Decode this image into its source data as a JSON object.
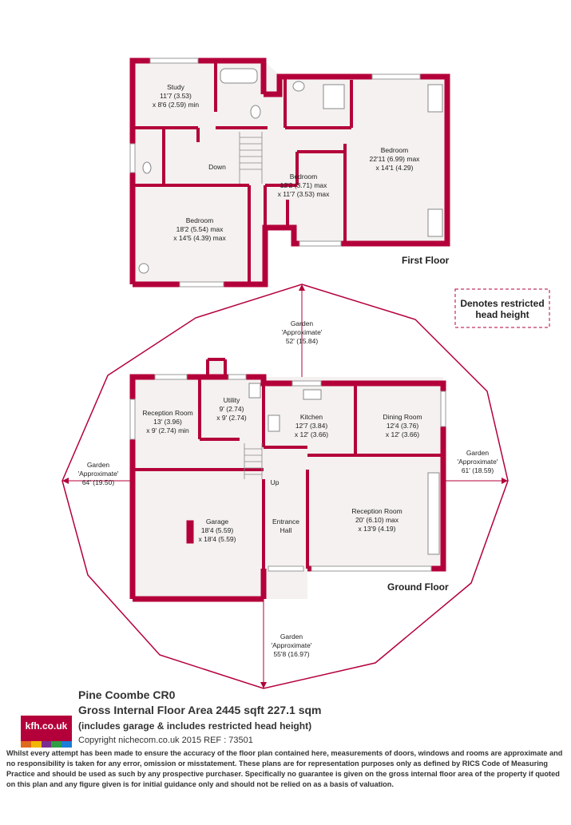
{
  "floors": {
    "first": {
      "label": "First Floor",
      "rooms": {
        "study": [
          "Study",
          "11'7 (3.53)",
          "x 8'6 (2.59) min"
        ],
        "bedroom1": [
          "Bedroom",
          "22'11 (6.99) max",
          "x 14'1 (4.29)"
        ],
        "bedroom2": [
          "Bedroom",
          "12'2 (3.71) max",
          "x 11'7 (3.53) max"
        ],
        "bedroom3": [
          "Bedroom",
          "18'2 (5.54) max",
          "x 14'5 (4.39) max"
        ]
      },
      "down_label": "Down"
    },
    "ground": {
      "label": "Ground Floor",
      "rooms": {
        "reception1": [
          "Reception Room",
          "13' (3.96)",
          "x 9' (2.74) min"
        ],
        "utility": [
          "Utility",
          "9' (2.74)",
          "x 9' (2.74)"
        ],
        "kitchen": [
          "Kitchen",
          "12'7 (3.84)",
          "x 12' (3.66)"
        ],
        "dining": [
          "Dining Room",
          "12'4 (3.76)",
          "x 12' (3.66)"
        ],
        "garage": [
          "Garage",
          "18'4 (5.59)",
          "x 18'4 (5.59)"
        ],
        "hall": [
          "Entrance",
          "Hall"
        ],
        "reception2": [
          "Reception Room",
          "20' (6.10) max",
          "x 13'9 (4.19)"
        ]
      },
      "up_label": "Up"
    }
  },
  "gardens": {
    "top": [
      "Garden",
      "'Approximate'",
      "52' (15.84)"
    ],
    "left": [
      "Garden",
      "'Approximate'",
      "64' (19.50)"
    ],
    "right": [
      "Garden",
      "'Approximate'",
      "61' (18.59)"
    ],
    "bottom": [
      "Garden",
      "'Approximate'",
      "55'8 (16.97)"
    ]
  },
  "legend": [
    "Denotes restricted",
    "head height"
  ],
  "property": {
    "title": "Pine Coombe CR0",
    "area": "Gross Internal Floor Area 2445 sqft 227.1 sqm",
    "note": "(includes garage & includes restricted head height)",
    "copyright": "Copyright nichecom.co.uk 2015 REF : 73501"
  },
  "logo": {
    "text": "kfh.co.uk",
    "bar_colors": [
      "#e06a1b",
      "#f2b705",
      "#7a2f8e",
      "#2f9e44",
      "#1c7ed6"
    ]
  },
  "disclaimer": "Whilst every attempt has been made to ensure the accuracy of the floor plan contained here, measurements of doors, windows and rooms are approximate and no responsibility is taken for any error, omission or misstatement. These plans are for representation purposes only as defined by RICS Code of Measuring Practice and should be used as such by any prospective purchaser. Specifically no guarantee is given on the gross internal floor area of the property if quoted on this plan and any figure given is for initial guidance only and should not be relied on as a basis of valuation.",
  "colors": {
    "wall": "#b4003a",
    "floor": "#f4f1f0",
    "accent": "#b4003a"
  }
}
